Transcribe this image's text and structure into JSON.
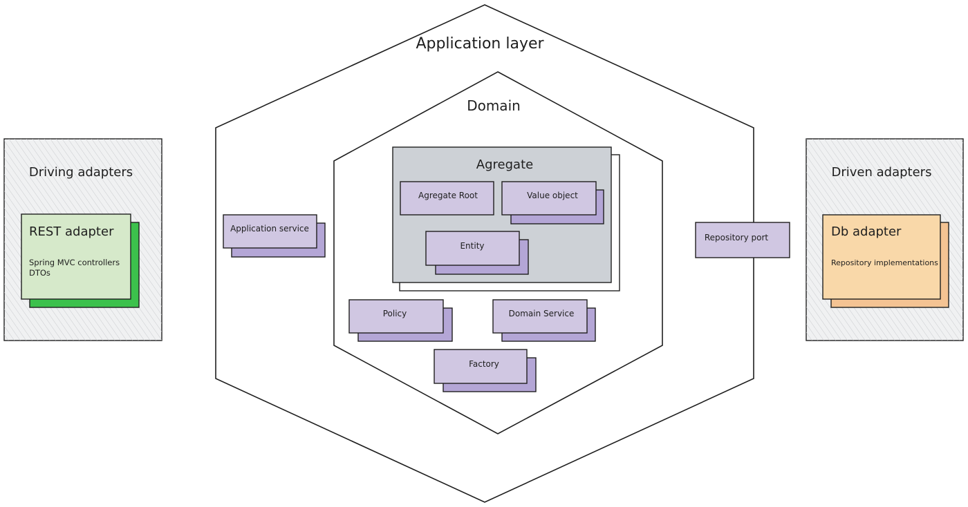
{
  "colors": {
    "stroke": "#1e1e1e",
    "purple_fill": "#d0c7e2",
    "purple_shadow": "#b4a6d6",
    "aggregate_fill": "#cdd1d6",
    "adapter_hatch": "#e7e8ea",
    "rest_fill": "#d6e9ca",
    "rest_shadow": "#3cc14c",
    "db_fill": "#f9d8a9",
    "db_shadow": "#f4c393"
  },
  "labels": {
    "application_layer": "Application layer",
    "domain": "Domain",
    "aggregate": "Agregate",
    "aggregate_root": "Agregate Root",
    "value_object": "Value object",
    "entity": "Entity",
    "policy": "Policy",
    "domain_service": "Domain Service",
    "factory": "Factory",
    "application_service": "Application service",
    "repository_port": "Repository port",
    "driving_adapters": "Driving adapters",
    "rest_adapter": "REST adapter",
    "rest_line1": "Spring MVC controllers",
    "rest_line2": "DTOs",
    "driven_adapters": "Driven adapters",
    "db_adapter": "Db adapter",
    "db_line1": "Repository implementations"
  }
}
